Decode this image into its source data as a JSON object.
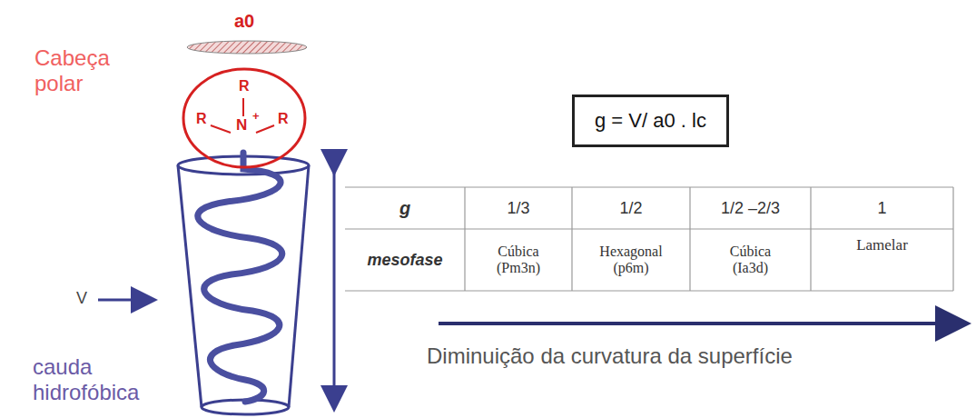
{
  "diagram": {
    "nodes": [
      {
        "text": [
          "g = V/ a0 . lc"
        ]
      },
      {
        "text": [
          "R",
          "R",
          "N",
          "+",
          "R"
        ]
      }
    ],
    "labels": [
      "a0",
      "Cabeça polar",
      "V",
      "cauda hidrofóbica",
      "g",
      "1/3",
      "1/2",
      "1/2 –2/3",
      "1",
      "mesofase",
      "Cúbica (Pm3n)",
      "Hexagonal (p6m)",
      "Cúbica (Ia3d)",
      "Lamelar",
      "Diminuição da curvatura da superfície"
    ]
  }
}
